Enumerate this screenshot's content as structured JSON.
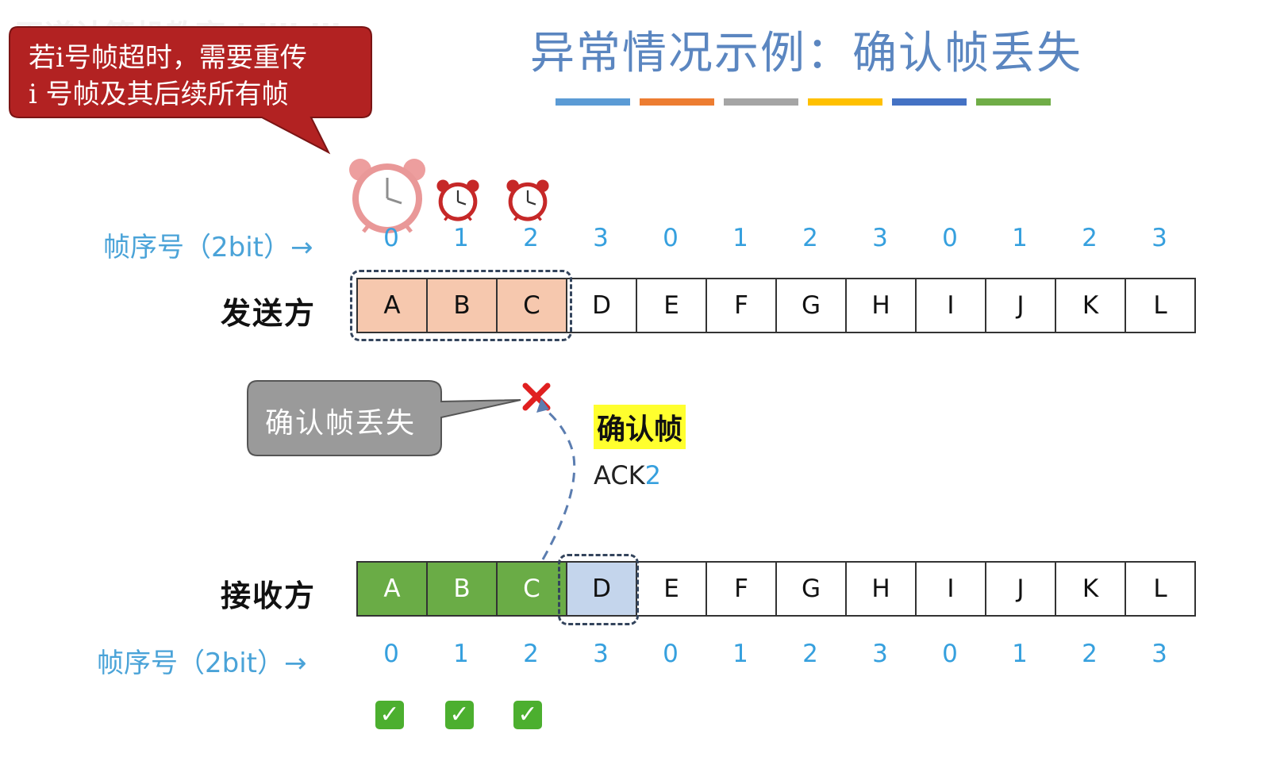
{
  "watermark": "王道计算机教育 bilibili",
  "title": "异常情况示例：确认帧丢失",
  "color_bars": [
    "#5b9bd5",
    "#ed7d31",
    "#a5a5a5",
    "#ffc000",
    "#4472c4",
    "#70ad47"
  ],
  "bubble": {
    "line1": "若i号帧超时，需要重传",
    "line2": "i 号帧及其后续所有帧"
  },
  "top_seq_label": "帧序号（2bit）→",
  "bottom_seq_label": "帧序号（2bit）→",
  "seq_numbers": [
    "0",
    "1",
    "2",
    "3",
    "0",
    "1",
    "2",
    "3",
    "0",
    "1",
    "2",
    "3"
  ],
  "sender_label": "发送方",
  "receiver_label": "接收方",
  "frames": [
    "A",
    "B",
    "C",
    "D",
    "E",
    "F",
    "G",
    "H",
    "I",
    "J",
    "K",
    "L"
  ],
  "lost_bubble": "确认帧丢失",
  "ack_title": "确认帧",
  "ack_text": "ACK",
  "ack_num": "2",
  "icons": [
    "alarm-clock-icon",
    "cross-icon",
    "check-icon"
  ],
  "colors": {
    "sender_window": "#f6c8ae",
    "receiver_received": "#6aac46",
    "receiver_window": "#c4d5ec",
    "bubble_red": "#b22222",
    "bubble_gray": "#9a9a9a"
  }
}
